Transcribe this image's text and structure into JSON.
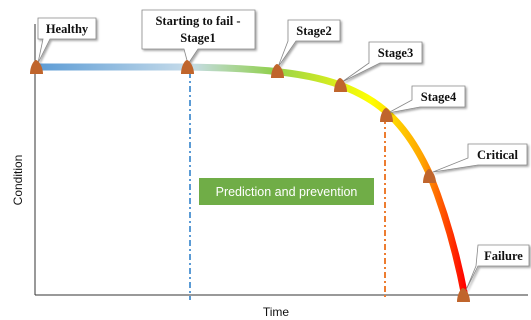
{
  "diagram": {
    "axis_labels": {
      "x": "Time",
      "y": "Condition"
    },
    "prediction_band": {
      "label": "Prediction and prevention",
      "color": "#70ad47"
    },
    "stages": [
      {
        "name": "Healthy"
      },
      {
        "name": "Starting to fail -",
        "name_line2": "Stage1"
      },
      {
        "name": "Stage2"
      },
      {
        "name": "Stage3"
      },
      {
        "name": "Stage4"
      },
      {
        "name": "Critical"
      },
      {
        "name": "Failure"
      }
    ],
    "colors": {
      "curve_start": "#5b9bd5",
      "curve_mid": "#92d050",
      "curve_yellow": "#ffff00",
      "curve_orange": "#ffa500",
      "curve_end": "#ff0000",
      "marker": "#c0652c",
      "line_stage1": "#5b9bd5",
      "line_stage4": "#ed7d31"
    }
  }
}
